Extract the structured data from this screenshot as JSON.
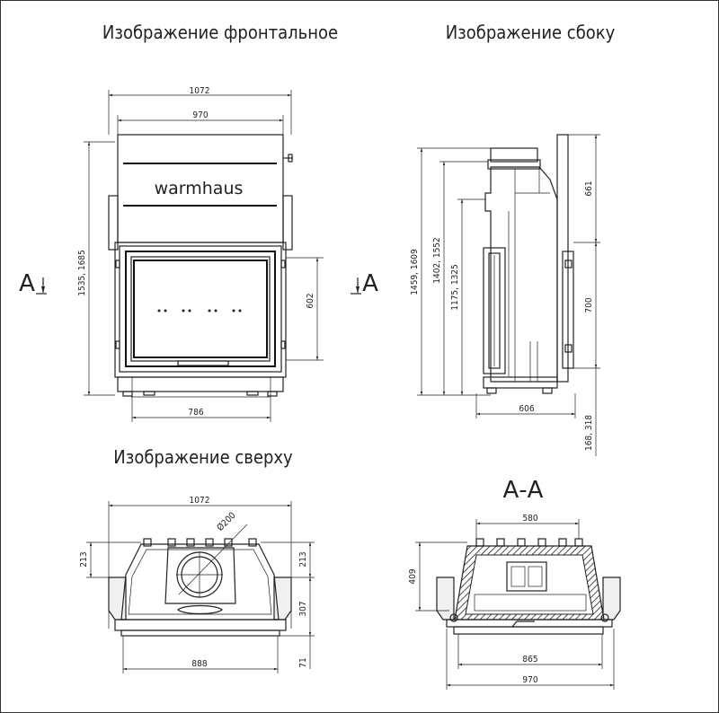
{
  "titles": {
    "front": "Изображение фронтальное",
    "side": "Изображение сбоку",
    "top": "Изображение сверху",
    "section": "А-А"
  },
  "brand": "warmhaus",
  "section_marker": "А",
  "front_dims": {
    "width_total": "1072",
    "width_inner": "970",
    "height_total": "1535, 1685",
    "door_height": "602",
    "bottom_width": "786"
  },
  "side_dims": {
    "h_outer": "1459, 1609",
    "h_mid": "1402, 1552",
    "h_inner": "1175, 1325",
    "top_right": "661",
    "right_mid": "700",
    "bottom_right": "168, 318",
    "depth": "606"
  },
  "top_dims": {
    "width": "1072",
    "flue": "Ø200",
    "left_depth": "213",
    "right_depth": "213",
    "right_mid": "307",
    "right_bottom": "71",
    "bottom_width": "888"
  },
  "section_dims": {
    "top_width": "580",
    "left_height": "409",
    "width_inner": "865",
    "width_outer": "970"
  }
}
